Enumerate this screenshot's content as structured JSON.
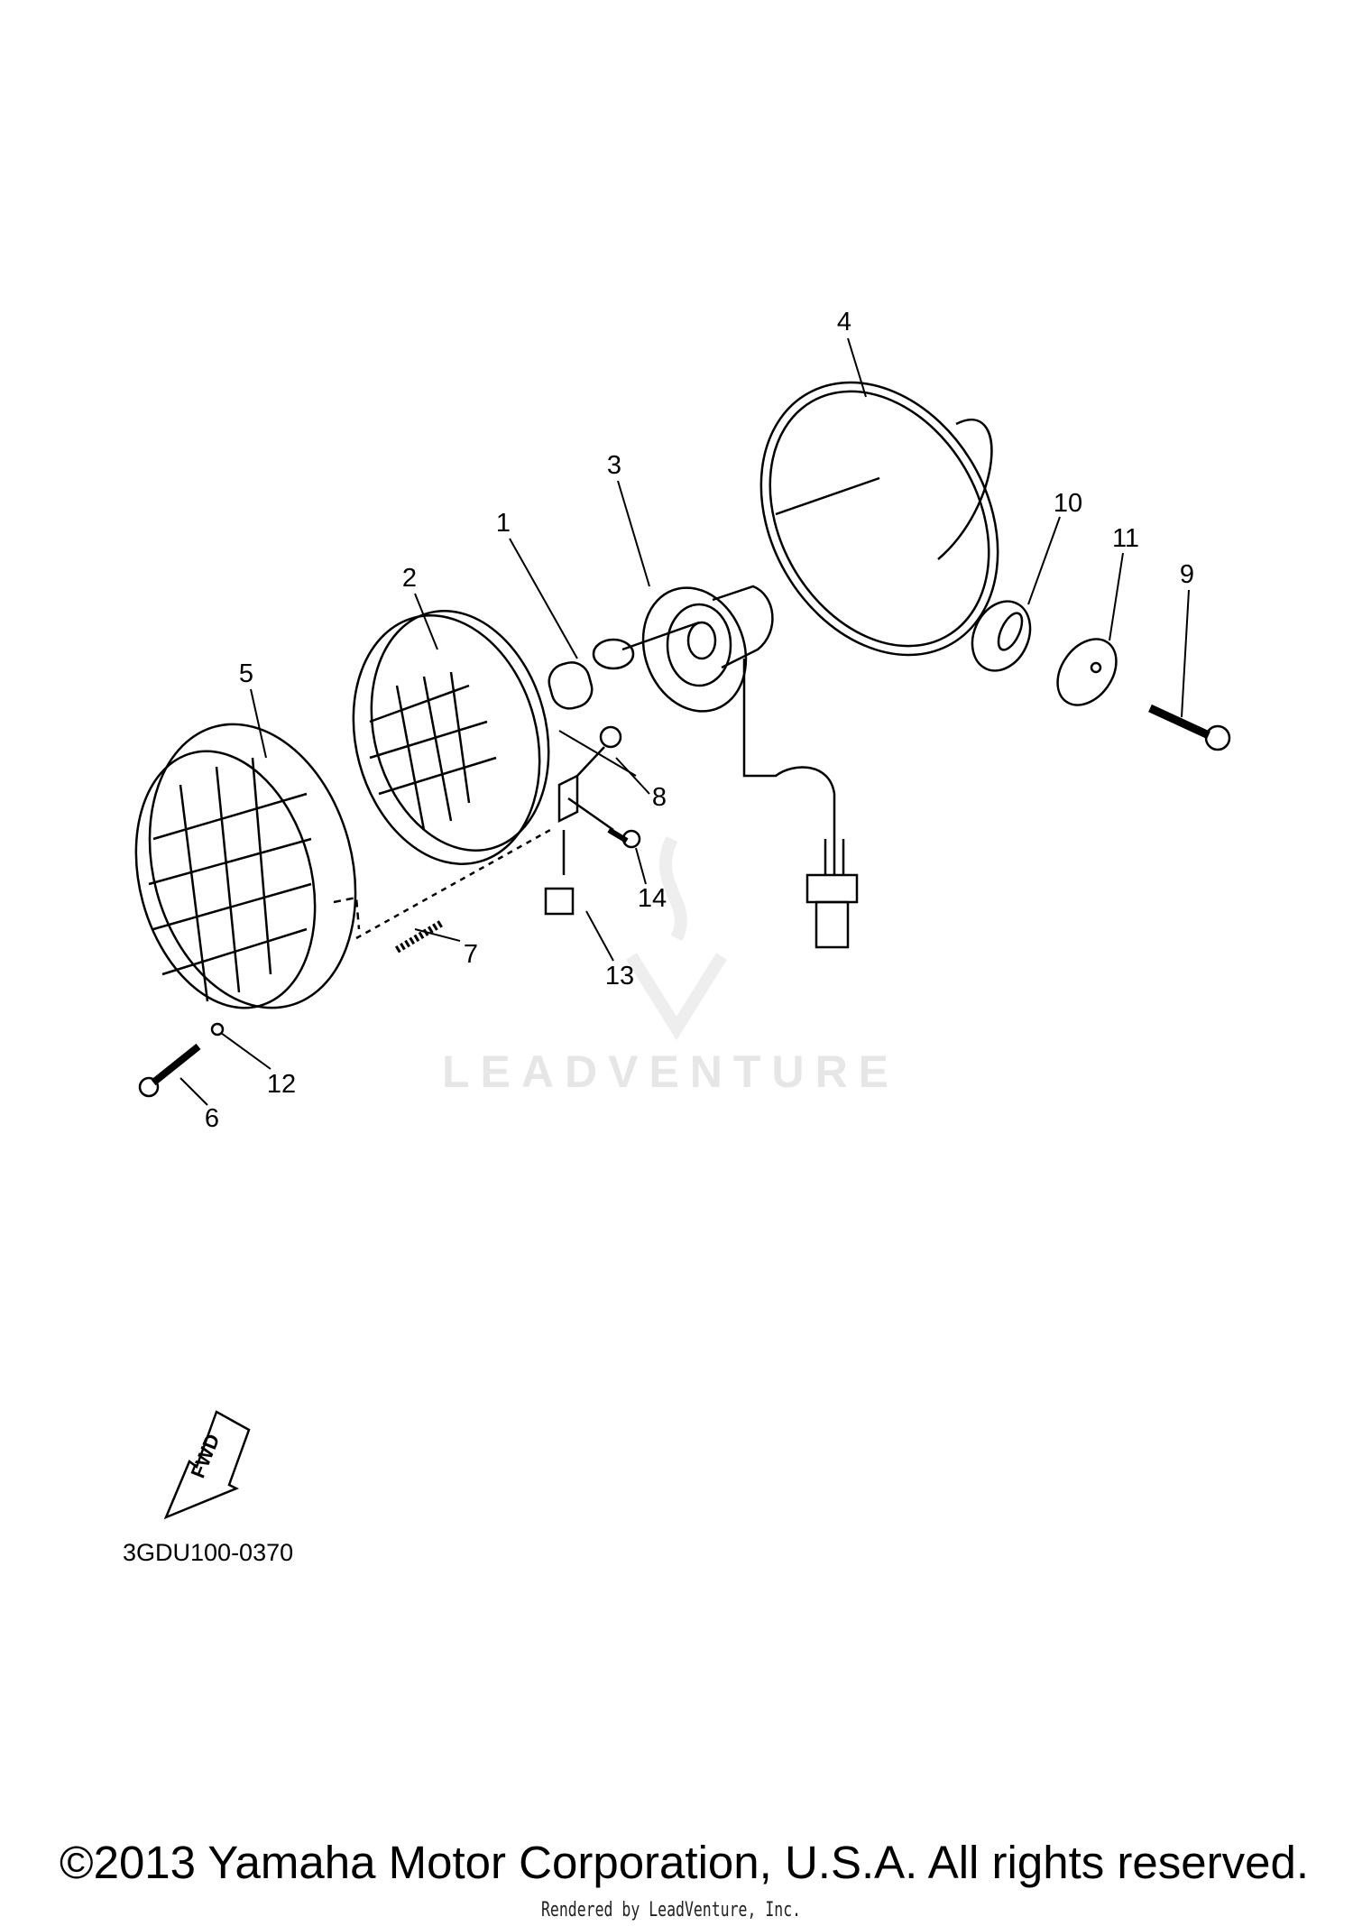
{
  "diagram": {
    "callouts": [
      {
        "id": "1",
        "label": "1"
      },
      {
        "id": "2",
        "label": "2"
      },
      {
        "id": "3",
        "label": "3"
      },
      {
        "id": "4",
        "label": "4"
      },
      {
        "id": "5",
        "label": "5"
      },
      {
        "id": "6",
        "label": "6"
      },
      {
        "id": "7",
        "label": "7"
      },
      {
        "id": "8",
        "label": "8"
      },
      {
        "id": "9",
        "label": "9"
      },
      {
        "id": "10",
        "label": "10"
      },
      {
        "id": "11",
        "label": "11"
      },
      {
        "id": "12",
        "label": "12"
      },
      {
        "id": "13",
        "label": "13"
      },
      {
        "id": "14",
        "label": "14"
      }
    ],
    "fwd_arrow_label": "FWD",
    "diagram_code": "3GDU100-0370",
    "watermark": "LEADVENTURE"
  },
  "footer": {
    "copyright": "©2013 Yamaha Motor Corporation, U.S.A. All rights reserved.",
    "rendered_by": "Rendered by LeadVenture, Inc."
  },
  "colors": {
    "line": "#000000",
    "watermark": "#e6e6e6"
  }
}
